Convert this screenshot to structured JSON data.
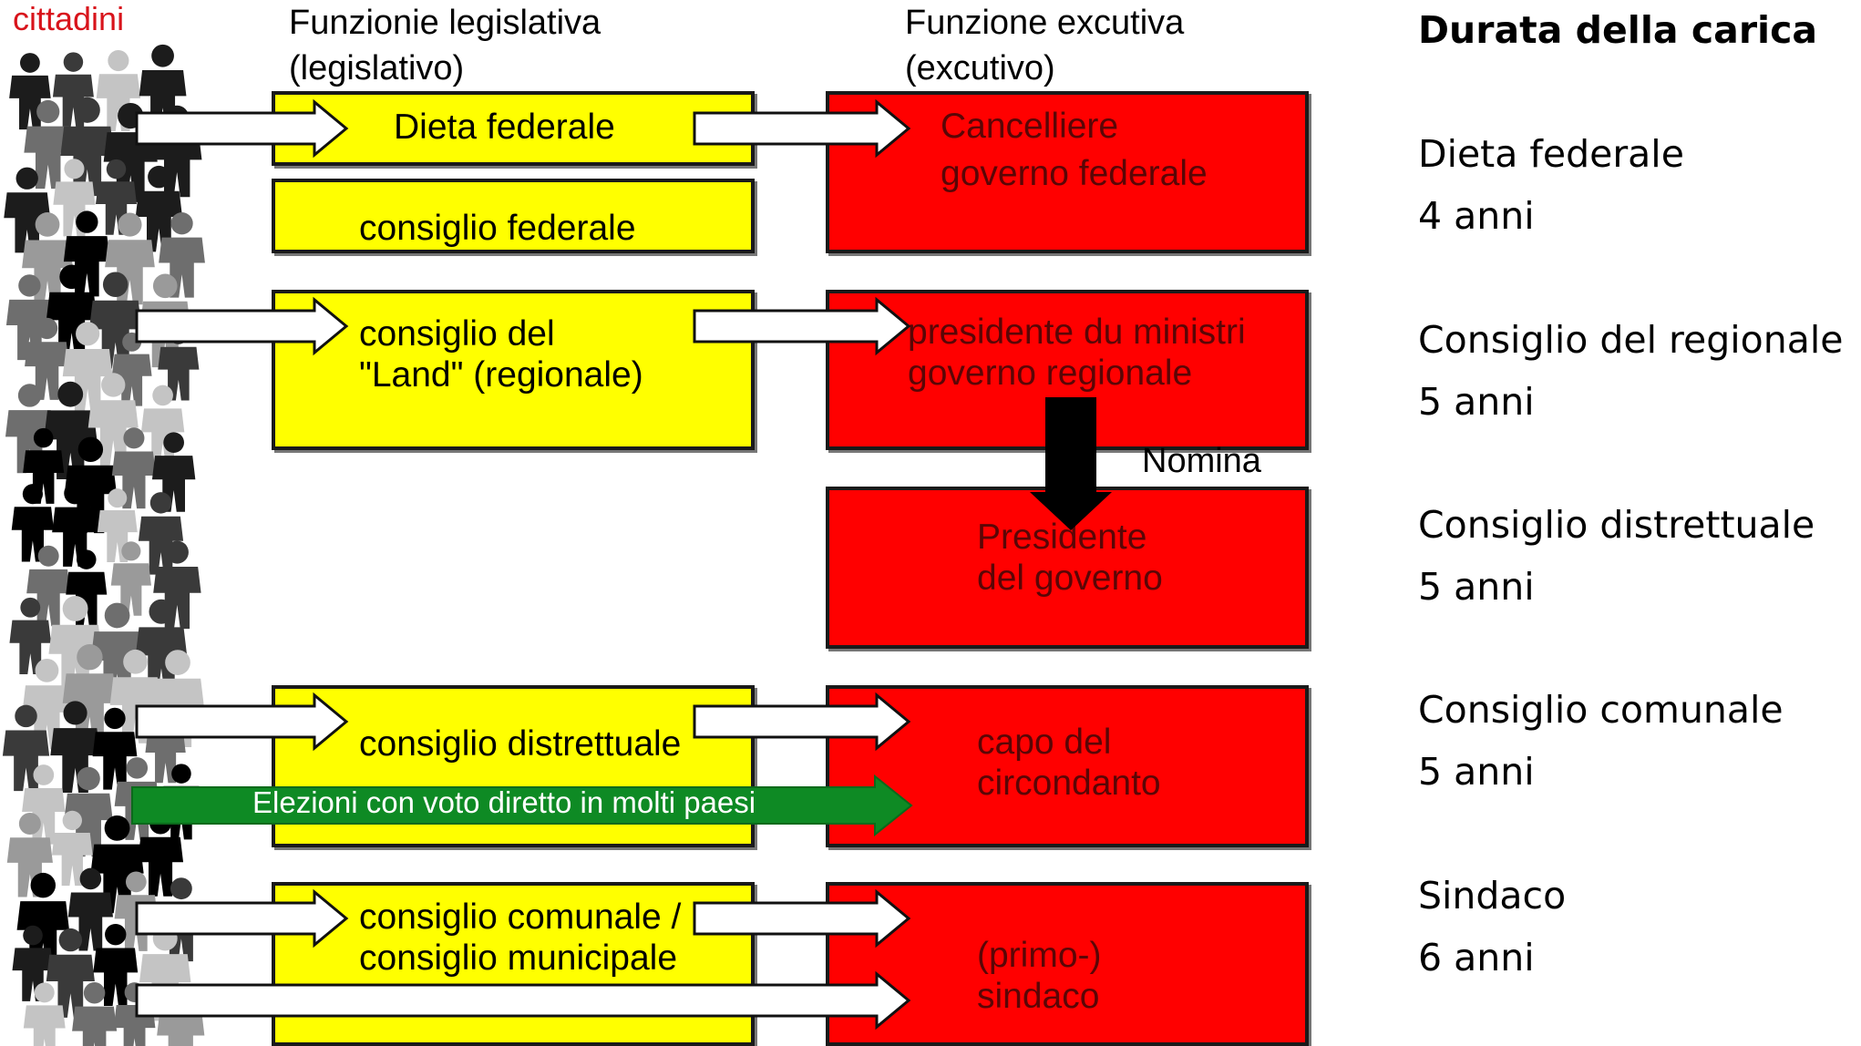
{
  "header": {
    "citizens": "cittadini",
    "legislative_line1": "Funzionie legislativa",
    "legislative_line2": "(legislativo)",
    "executive_line1": "Funzione excutiva",
    "executive_line2": "(excutivo)"
  },
  "legislative": {
    "dieta": "Dieta federale",
    "consiglio_federale": "consiglio federale",
    "land_line1": "consiglio del",
    "land_line2": "\"Land\" (regionale)",
    "distrettuale": "consiglio distrettuale",
    "comunale_line1": "consiglio comunale /",
    "comunale_line2": "consiglio municipale"
  },
  "executive": {
    "cancelliere_line1": "Cancelliere",
    "cancelliere_line2": "governo federale",
    "presidente_line1": "presidente du ministri",
    "presidente_line2": "governo regionale",
    "presidente_gov_line1": "Presidente",
    "presidente_gov_line2": "del governo",
    "capo_line1": "capo del",
    "capo_line2": "circondanto",
    "sindaco_line1": "(primo-)",
    "sindaco_line2": "sindaco"
  },
  "labels": {
    "nomina": "Nomina",
    "elezioni": "Elezioni con voto diretto in molti paesi"
  },
  "durata": {
    "title": "Durata della carica",
    "items": [
      {
        "name": "Dieta federale",
        "value": "4 anni"
      },
      {
        "name": "Consiglio del regionale",
        "value": "5 anni"
      },
      {
        "name": "Consiglio distrettuale",
        "value": "5 anni"
      },
      {
        "name": "Consiglio comunale",
        "value": "5 anni"
      },
      {
        "name": "Sindaco",
        "value": "6 anni"
      }
    ]
  },
  "colors": {
    "legislative": "#ffff00",
    "executive": "#ff0000",
    "direct_election_arrow": "#0e8a24",
    "citizens_label": "#d8131b"
  },
  "icons": {
    "citizens_crowd": "crowd-icon",
    "arrow": "arrow-right-icon",
    "down_arrow": "arrow-down-icon"
  }
}
